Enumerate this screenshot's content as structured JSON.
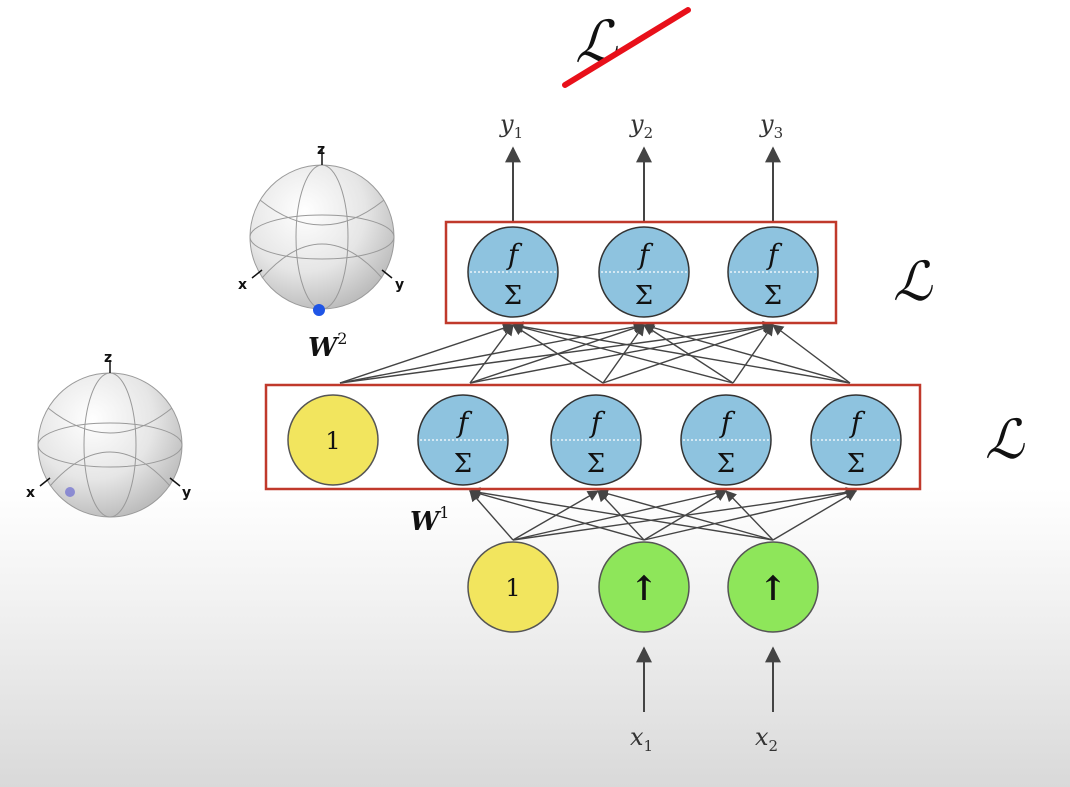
{
  "crossed_symbol": "ℒ",
  "outputs": [
    "y",
    "y",
    "y"
  ],
  "output_subscripts": [
    "1",
    "2",
    "3"
  ],
  "inputs": [
    "x",
    "x"
  ],
  "input_subscripts": [
    "1",
    "2"
  ],
  "node_symbols": {
    "activation": "f",
    "sum": "Σ",
    "bias": "1",
    "input_arrow": "↑"
  },
  "layer_labels": {
    "hidden": "ℒ",
    "output": "ℒ"
  },
  "weights": {
    "w1": {
      "letter": "W",
      "superscript": "1"
    },
    "w2": {
      "letter": "W",
      "superscript": "2"
    }
  },
  "spheres": {
    "upper": {
      "z": "z",
      "x": "x",
      "y": "y"
    },
    "lower": {
      "z": "z",
      "x": "x",
      "y": "y"
    }
  },
  "colors": {
    "neuron": "#8ec3df",
    "bias": "#f2e55e",
    "input": "#8ee65a",
    "layer_box": "#c0392b",
    "strike": "#e8101a",
    "arrow": "#444444"
  }
}
